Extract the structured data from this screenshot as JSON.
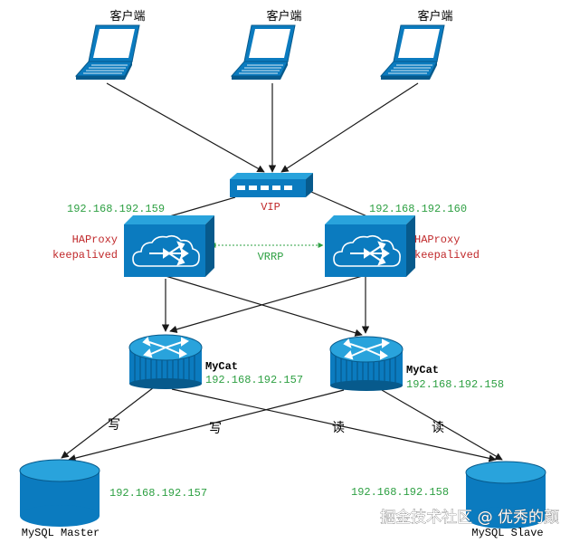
{
  "clients": [
    {
      "label": "客户端"
    },
    {
      "label": "客户端"
    },
    {
      "label": "客户端"
    }
  ],
  "switch": {
    "label": "VIP"
  },
  "haproxy": [
    {
      "ip": "192.168.192.159",
      "label_line1": "HAProxy",
      "label_line2": "keepalived"
    },
    {
      "ip": "192.168.192.160",
      "label_line1": "HAProxy",
      "label_line2": "keepalived"
    }
  ],
  "vrrp": {
    "label": "VRRP"
  },
  "mycat": [
    {
      "name": "MyCat",
      "ip": "192.168.192.157"
    },
    {
      "name": "MyCat",
      "ip": "192.168.192.158"
    }
  ],
  "edges": {
    "write": "写",
    "read": "读"
  },
  "databases": [
    {
      "ip": "192.168.192.157",
      "name": "MySQL Master"
    },
    {
      "ip": "192.168.192.158",
      "name": "MySQL Slave"
    }
  ],
  "watermark": "掘金技术社区 @ 优秀的颜",
  "colors": {
    "device_blue": "#0b7bbf",
    "device_dark": "#075a8c",
    "device_light": "#29a3dc",
    "ip_green": "#2ea043",
    "label_red": "#c0292b",
    "vrrp_green": "#2ea043",
    "line": "#1a1a1a"
  }
}
